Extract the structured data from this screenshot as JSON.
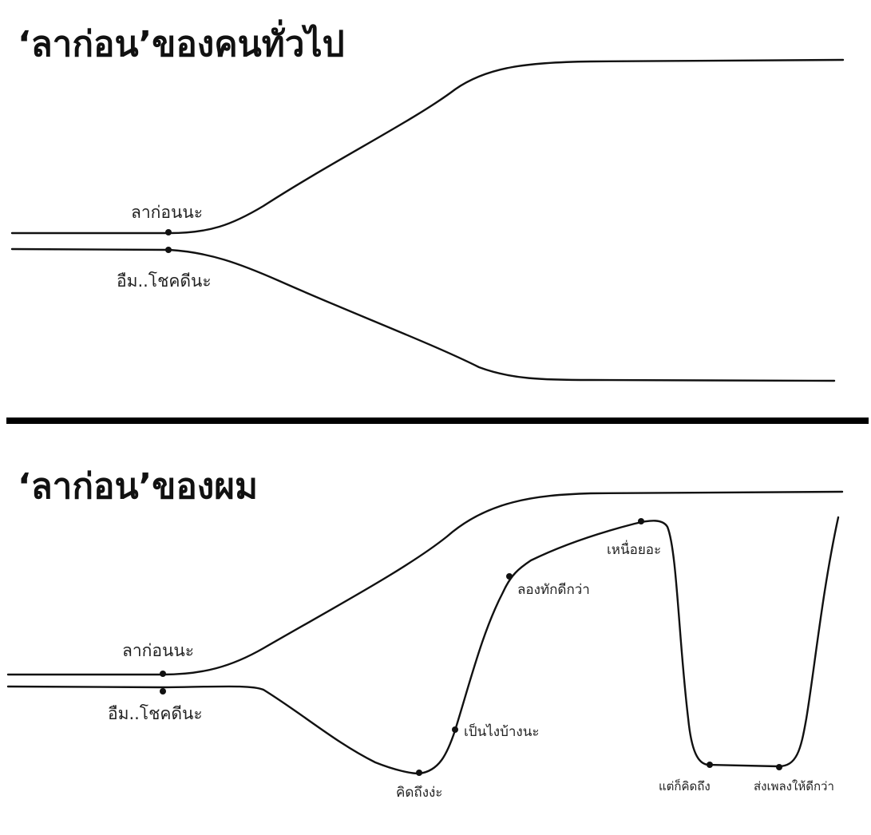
{
  "panels": [
    {
      "title": "‘ลาก่อน’ของคนทั่วไป",
      "labels": {
        "upper": "ลาก่อนนะ",
        "lower": "อืม..โชคดีนะ"
      }
    },
    {
      "title": "‘ลาก่อน’ของผม",
      "labels": {
        "upper": "ลาก่อนนะ",
        "lower": "อืม..โชคดีนะ",
        "points": [
          "คิดถึงง่ะ",
          "เป็นไงบ้างนะ",
          "ลองทักดีกว่า",
          "เหนื่อยอะ",
          "แต่ก็คิดถึง",
          "ส่งเพลงให้ดีกว่า"
        ]
      }
    }
  ]
}
